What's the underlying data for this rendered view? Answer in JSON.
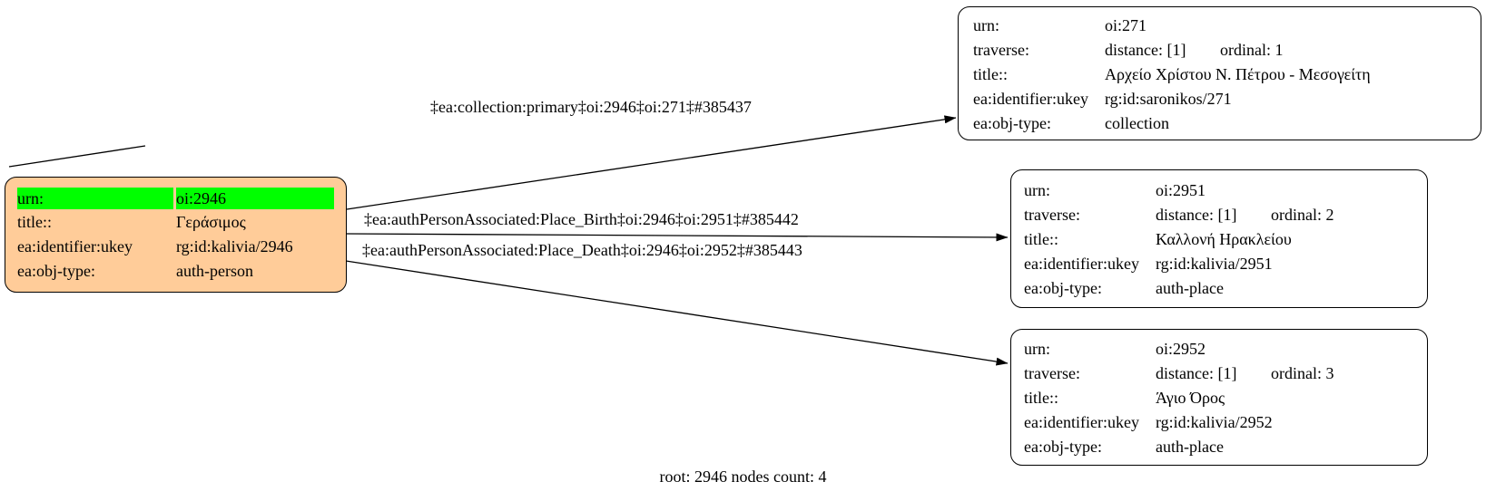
{
  "meta": {
    "footer": "root: 2946 nodes count: 4",
    "root_id": "2946",
    "nodes_count": "4"
  },
  "colors": {
    "background": "#ffffff",
    "root_node_fill": "#ffcc99",
    "highlight_fill": "#00ff00",
    "linked_node_fill": "#ffffff",
    "border": "#000000"
  },
  "nodes": [
    {
      "id": "oi:2946",
      "role": "root",
      "rows": [
        {
          "key": "urn:",
          "value": "oi:2946",
          "highlight": true
        },
        {
          "key": "title::",
          "value": "Γεράσιμος"
        },
        {
          "key": "ea:identifier:ukey",
          "value": "rg:id:kalivia/2946"
        },
        {
          "key": "ea:obj-type:",
          "value": "auth-person"
        }
      ]
    },
    {
      "id": "oi:271",
      "role": "linked",
      "rows": [
        {
          "key": "urn:",
          "value": "oi:271"
        },
        {
          "key": "traverse:",
          "value": "distance: [1]",
          "value2": "ordinal: 1"
        },
        {
          "key": "title::",
          "value": "Αρχείο Χρίστου Ν. Πέτρου - Μεσογείτη"
        },
        {
          "key": "ea:identifier:ukey",
          "value": "rg:id:saronikos/271"
        },
        {
          "key": "ea:obj-type:",
          "value": "collection"
        }
      ]
    },
    {
      "id": "oi:2951",
      "role": "linked",
      "rows": [
        {
          "key": "urn:",
          "value": "oi:2951"
        },
        {
          "key": "traverse:",
          "value": "distance: [1]",
          "value2": "ordinal: 2"
        },
        {
          "key": "title::",
          "value": "Καλλονή Ηρακλείου"
        },
        {
          "key": "ea:identifier:ukey",
          "value": "rg:id:kalivia/2951"
        },
        {
          "key": "ea:obj-type:",
          "value": "auth-place"
        }
      ]
    },
    {
      "id": "oi:2952",
      "role": "linked",
      "rows": [
        {
          "key": "urn:",
          "value": "oi:2952"
        },
        {
          "key": "traverse:",
          "value": "distance: [1]",
          "value2": "ordinal: 3"
        },
        {
          "key": "title::",
          "value": "Άγιο Όρος"
        },
        {
          "key": "ea:identifier:ukey",
          "value": "rg:id:kalivia/2952"
        },
        {
          "key": "ea:obj-type:",
          "value": "auth-place"
        }
      ]
    }
  ],
  "edges": [
    {
      "from": "oi:2946",
      "to": "oi:271",
      "label": "‡ea:collection:primary‡oi:2946‡oi:271‡#385437"
    },
    {
      "from": "oi:2946",
      "to": "oi:2951",
      "label": "‡ea:authPersonAssociated:Place_Birth‡oi:2946‡oi:2951‡#385442"
    },
    {
      "from": "oi:2946",
      "to": "oi:2952",
      "label": "‡ea:authPersonAssociated:Place_Death‡oi:2946‡oi:2952‡#385443"
    }
  ]
}
